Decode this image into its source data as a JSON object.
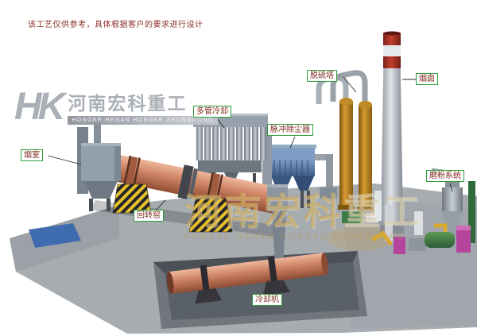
{
  "disclaimer": "该工艺仅供参考，具体根据客户的要求进行设计",
  "logo": {
    "monogram": "HK",
    "company_cn": "河南宏科重工",
    "company_en": "HONGKE HENAN HONGKE ZHONGGONG"
  },
  "watermark": {
    "text_cn": "河南宏科",
    "text_cn2": "重工",
    "text_en": "HONGKE HENAN HONGKE ZHONGGONG"
  },
  "labels": {
    "smoke_chamber": "烟室",
    "rotary_kiln": "回转窑",
    "multi_tube_cooler": "多管冷却",
    "pulse_dust_collector": "脉冲除尘器",
    "desulfurization_tower": "脱硫塔",
    "chimney": "烟囱",
    "grinding_system": "磨粉系统",
    "cooling_machine": "冷却机"
  },
  "colors": {
    "label_border": "#2f9e3c",
    "label_text": "#7f2b1e",
    "disclaimer_text": "#8b3026",
    "kiln_salmon": "#cd8263",
    "dust_collector_blue": "#4c6f9e",
    "tower_orange": "#d79b31",
    "chimney_band_red": "#c23f2e",
    "floor_gray": "#a7acb1",
    "watermark_gold": "#c69e42",
    "logo_gray": "#a2a8af"
  }
}
